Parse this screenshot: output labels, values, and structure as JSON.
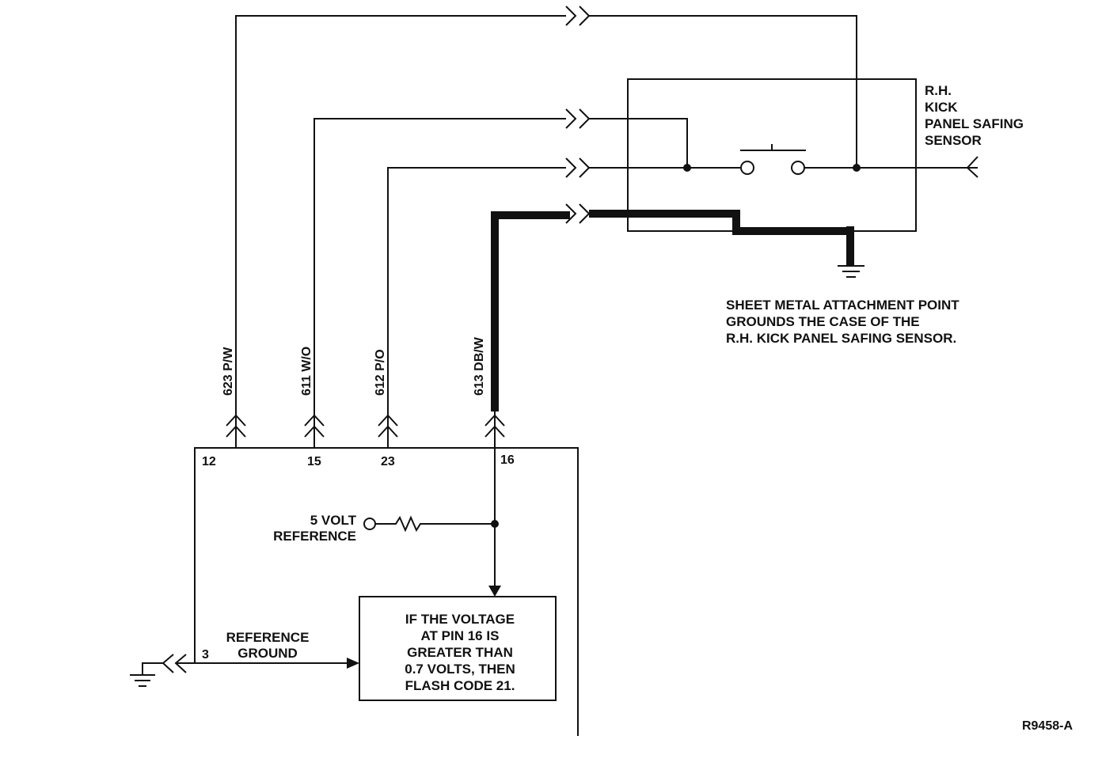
{
  "wires": {
    "w1": "623 P/W",
    "w2": "611 W/O",
    "w3": "612 P/O",
    "w4": "613 DB/W"
  },
  "pins": {
    "p12": "12",
    "p15": "15",
    "p23": "23",
    "p16": "16",
    "p3": "3"
  },
  "sensor_label": [
    "R.H.",
    "KICK",
    "PANEL SAFING",
    "SENSOR"
  ],
  "note": [
    "SHEET METAL ATTACHMENT POINT",
    "GROUNDS THE CASE OF THE",
    "R.H. KICK PANEL SAFING SENSOR."
  ],
  "reference_5v": [
    "5 VOLT",
    "REFERENCE"
  ],
  "reference_ground": [
    "REFERENCE",
    "GROUND"
  ],
  "logic_box": [
    "IF THE VOLTAGE",
    "AT PIN 16 IS",
    "GREATER THAN",
    "0.7 VOLTS, THEN",
    "FLASH CODE 21."
  ],
  "figure_id": "R9458-A"
}
